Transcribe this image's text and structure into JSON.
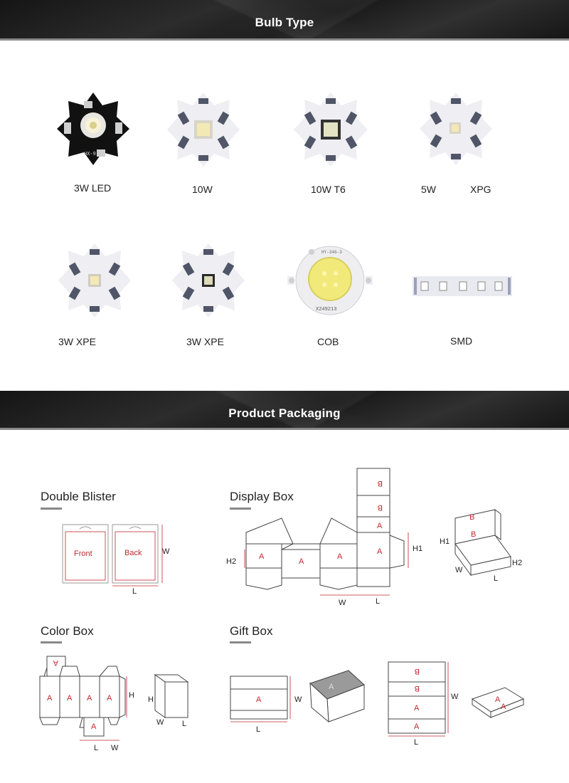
{
  "sections": {
    "bulb_type": "Bulb Type",
    "product_packaging": "Product Packaging"
  },
  "bulbs": [
    {
      "label": "3W LED",
      "chip_text": "HX-9"
    },
    {
      "label": "10W"
    },
    {
      "label": "10W T6"
    },
    {
      "label_a": "5W",
      "label_b": "XPG"
    },
    {
      "label": "3W XPE"
    },
    {
      "label": "3W XPE"
    },
    {
      "label": "COB",
      "chip_text_top": "HY-346-3",
      "chip_text_bottom": "X249213"
    },
    {
      "label": "SMD"
    }
  ],
  "packaging": {
    "double_blister": {
      "title": "Double Blister",
      "front": "Front",
      "back": "Back",
      "w": "W",
      "l": "L"
    },
    "display_box": {
      "title": "Display Box",
      "a": "A",
      "b": "B",
      "h1": "H1",
      "h2": "H2",
      "w": "W",
      "l": "L"
    },
    "color_box": {
      "title": "Color Box",
      "a": "A",
      "h": "H",
      "w": "W",
      "l": "L"
    },
    "gift_box": {
      "title": "Gift Box",
      "a": "A",
      "b": "B",
      "w": "W",
      "l": "L"
    }
  },
  "colors": {
    "accent_red": "#c0272d",
    "banner_dark": "#1e1e1e",
    "line_gray": "#555555"
  }
}
